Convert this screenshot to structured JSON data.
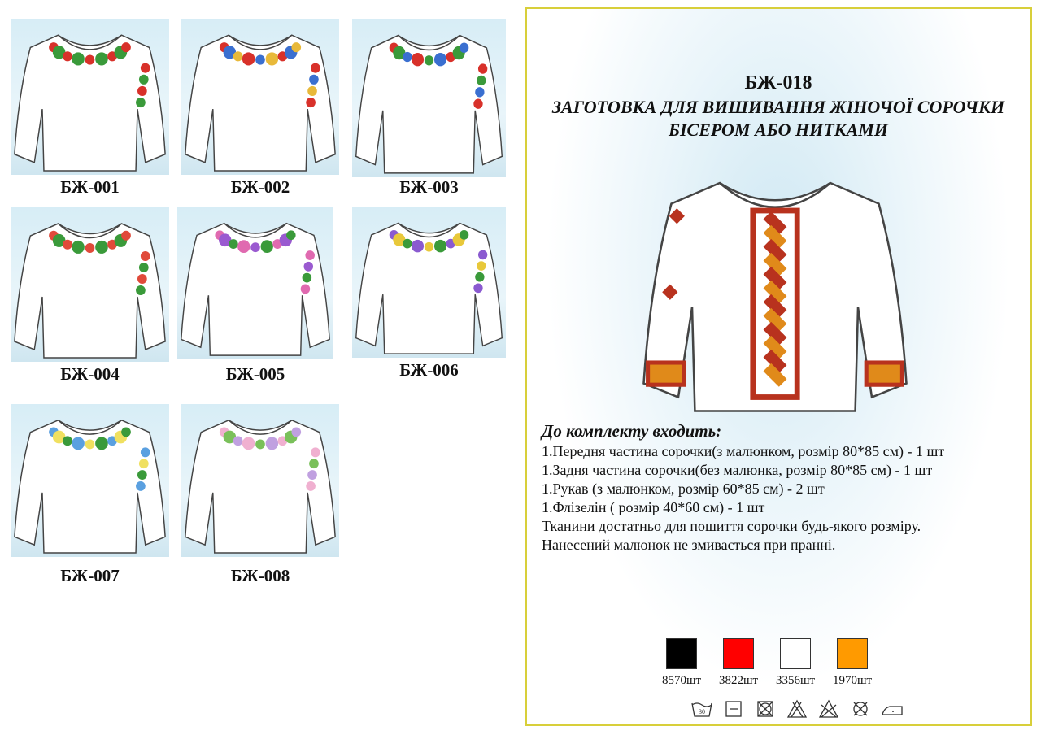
{
  "catalog": [
    {
      "code": "БЖ-001",
      "colors": [
        "#d8312a",
        "#3a9a3a"
      ]
    },
    {
      "code": "БЖ-002",
      "colors": [
        "#d8312a",
        "#3a6fd0",
        "#e8b93a"
      ]
    },
    {
      "code": "БЖ-003",
      "colors": [
        "#d8312a",
        "#3a9a3a",
        "#3a6fd0"
      ]
    },
    {
      "code": "БЖ-004",
      "colors": [
        "#e04a3a",
        "#3a9a3a"
      ]
    },
    {
      "code": "БЖ-005",
      "colors": [
        "#e06ab0",
        "#9a5ad0",
        "#3a9a3a"
      ]
    },
    {
      "code": "БЖ-006",
      "colors": [
        "#8a5ad0",
        "#e8c83a",
        "#3a9a3a"
      ]
    },
    {
      "code": "БЖ-007",
      "colors": [
        "#5aa0e0",
        "#f0e060",
        "#3a9a3a"
      ]
    },
    {
      "code": "БЖ-008",
      "colors": [
        "#f0b0d0",
        "#7ac05a",
        "#c0a0e0"
      ]
    }
  ],
  "product": {
    "code": "БЖ-018",
    "title_line1": "ЗАГОТОВКА ДЛЯ ВИШИВАННЯ  ЖІНОЧОЇ СОРОЧКИ",
    "title_line2": "БІСЕРОМ   АБО НИТКАМИ",
    "embroidery_colors": [
      "#b8321e",
      "#e08a1a",
      "#222222"
    ]
  },
  "kit": {
    "heading": "До комплекту входить:",
    "items": [
      "1.Передня частина сорочки(з малюнком, розмір 80*85 см) - 1 шт",
      "1.Задня частина сорочки(без малюнка, розмір 80*85 см) - 1 шт",
      "1.Рукав (з малюнком, розмір 60*85 см) - 2 шт",
      "1.Флізелін ( розмір 40*60 см) - 1 шт",
      "Тканини достатньо для пошиття сорочки будь-якого розміру.",
      "Нанесений малюнок не змивається при пранні."
    ]
  },
  "swatches": [
    {
      "color": "#000000",
      "count": "8570шт"
    },
    {
      "color": "#ff0000",
      "count": "3822шт"
    },
    {
      "color": "#ffffff",
      "count": "3356шт"
    },
    {
      "color": "#ff9a00",
      "count": "1970шт"
    }
  ],
  "care": {
    "wash_temp": "30",
    "icons": [
      "wash-30-icon",
      "tumble-flat-dry-icon",
      "no-tumble-dry-icon",
      "no-bleach-icon",
      "no-chlorine-icon",
      "no-dry-clean-icon",
      "iron-low-icon"
    ]
  }
}
